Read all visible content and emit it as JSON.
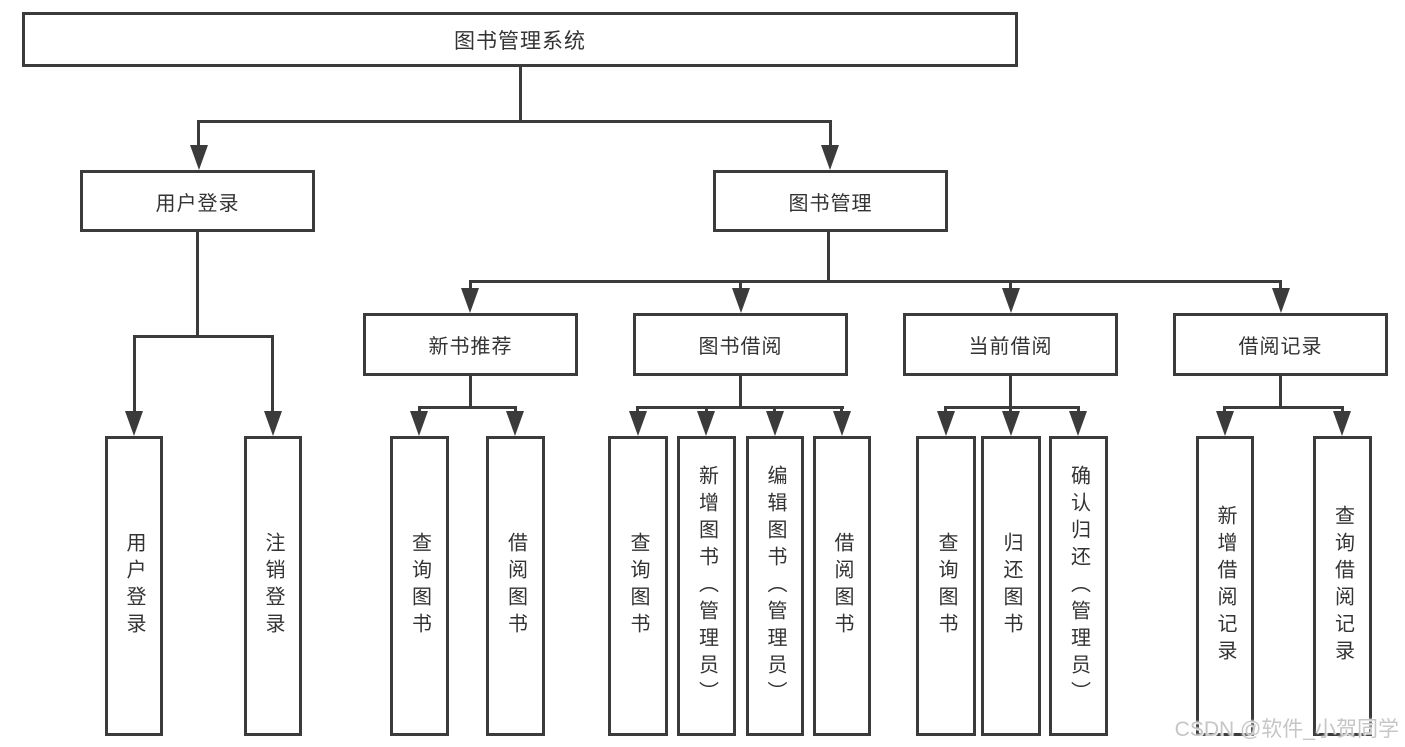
{
  "nodes": {
    "root": "图书管理系统",
    "level2": {
      "user_login": "用户登录",
      "book_mgmt": "图书管理"
    },
    "level3": {
      "new_book_rec": "新书推荐",
      "book_borrow": "图书借阅",
      "current_borrow": "当前借阅",
      "borrow_records": "借阅记录"
    },
    "leaves": {
      "user_login": "用户登录",
      "logout": "注销登录",
      "rec_query_books": "查询图书",
      "rec_borrow_books": "借阅图书",
      "bb_query_books": "查询图书",
      "bb_add_books": "新增图书（管理员）",
      "bb_edit_books": "编辑图书（管理员）",
      "bb_borrow_books": "借阅图书",
      "cb_query_books": "查询图书",
      "cb_return_books": "归还图书",
      "cb_confirm_return": "确认归还（管理员）",
      "br_add_record": "新增借阅记录",
      "br_query_record": "查询借阅记录"
    }
  },
  "watermark": "CSDN @软件_小贺同学",
  "colors": {
    "line": "#3b3b3b",
    "text": "#333333",
    "background": "#ffffff",
    "watermark": "#c6c6c6"
  },
  "chart_data": {
    "type": "table",
    "title": "图书管理系统",
    "hierarchy": {
      "图书管理系统": {
        "用户登录": [
          "用户登录",
          "注销登录"
        ],
        "图书管理": {
          "新书推荐": [
            "查询图书",
            "借阅图书"
          ],
          "图书借阅": [
            "查询图书",
            "新增图书（管理员）",
            "编辑图书（管理员）",
            "借阅图书"
          ],
          "当前借阅": [
            "查询图书",
            "归还图书",
            "确认归还（管理员）"
          ],
          "借阅记录": [
            "新增借阅记录",
            "查询借阅记录"
          ]
        }
      }
    }
  }
}
